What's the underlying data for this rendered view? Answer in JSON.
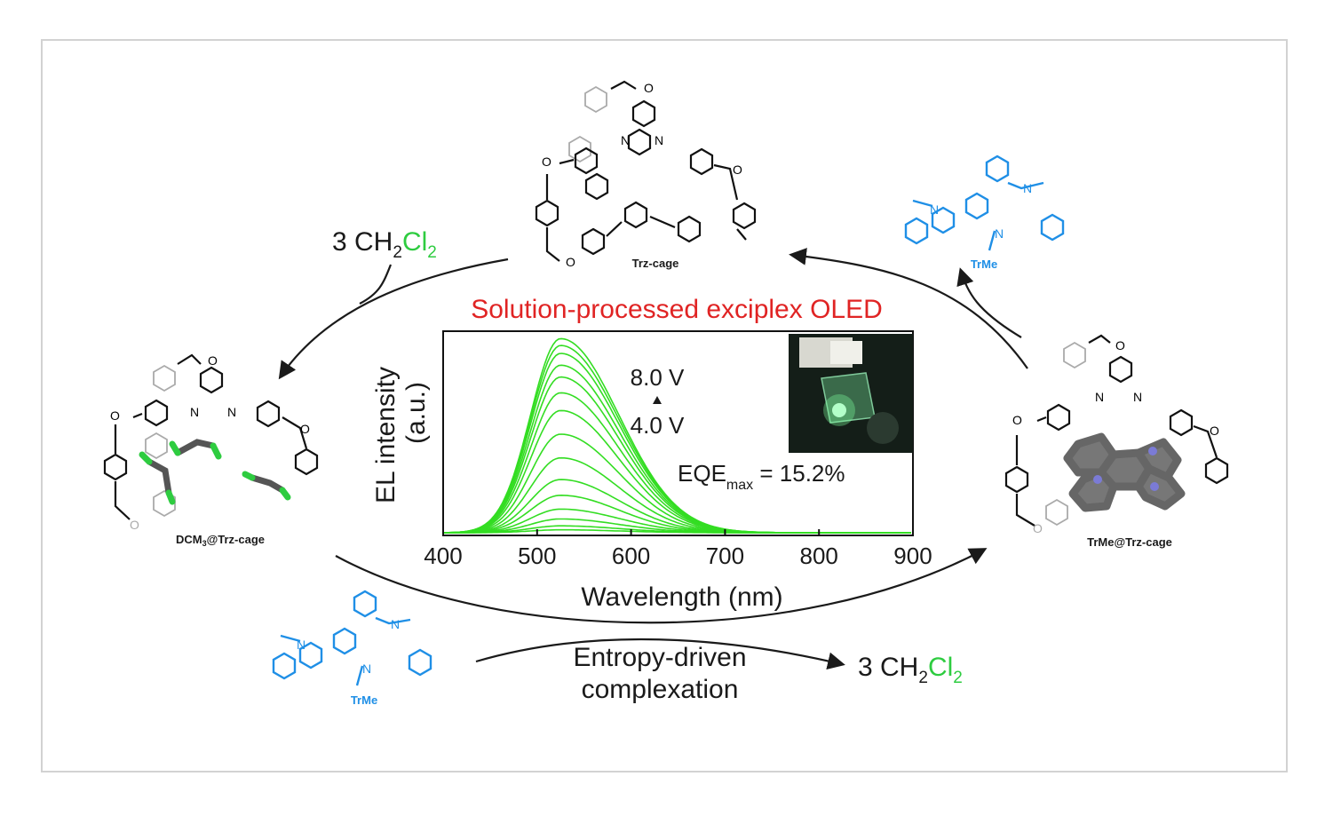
{
  "colors": {
    "blue": "#1f8fe6",
    "green": "#2ecc40",
    "red": "#e02424",
    "spectrum": "#33dd22",
    "text": "#1a1a1a"
  },
  "top_left_solvent": {
    "prefix": "3 CH",
    "sub2": "2",
    "cl": "Cl",
    "sub3": "2"
  },
  "bottom_right_solvent": {
    "prefix": "3 CH",
    "sub2": "2",
    "cl": "Cl",
    "sub3": "2"
  },
  "molecules": {
    "trz_cage": "Trz-cage",
    "trme_top": "TrMe",
    "trme_bottom": "TrMe",
    "dcm_cage": {
      "pre": "DCM",
      "sub": "3",
      "post": "@Trz-cage"
    },
    "trme_cage": "TrMe@Trz-cage"
  },
  "atom_labels": {
    "n": "N",
    "o": "O"
  },
  "process_label": {
    "line1": "Entropy-driven",
    "line2": "complexation"
  },
  "chart_data": {
    "type": "line",
    "title": "Solution-processed exciplex OLED",
    "xlabel": "Wavelength (nm)",
    "ylabel_line1": "EL intensity",
    "ylabel_line2": "(a.u.)",
    "xlim": [
      400,
      900
    ],
    "xticks": [
      400,
      500,
      600,
      700,
      800,
      900
    ],
    "ylim": [
      0,
      1.0
    ],
    "peak_nm": 525,
    "voltage_high": "8.0 V",
    "voltage_low": "4.0 V",
    "eqe": {
      "label": "EQE",
      "sub": "max",
      "value": " = 15.2%"
    },
    "series_peak_values": [
      0.985,
      0.95,
      0.91,
      0.85,
      0.79,
      0.71,
      0.62,
      0.5,
      0.38,
      0.27,
      0.19,
      0.12,
      0.07,
      0.035,
      0.015
    ]
  }
}
